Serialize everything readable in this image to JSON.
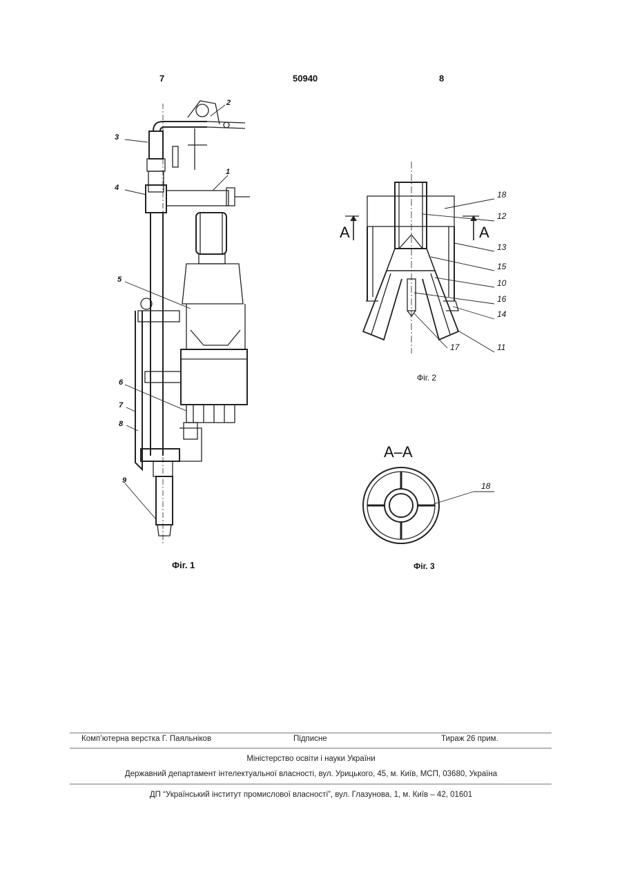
{
  "header": {
    "page_left": "7",
    "patent_number": "50940",
    "page_right": "8"
  },
  "figures": {
    "fig1": {
      "caption": "Фіг. 1",
      "labels": [
        "1",
        "2",
        "3",
        "4",
        "5",
        "6",
        "7",
        "8",
        "9"
      ]
    },
    "fig2": {
      "caption": "Фіг. 2",
      "section_mark": "A",
      "labels": [
        "18",
        "12",
        "13",
        "15",
        "10",
        "16",
        "14",
        "17",
        "11"
      ]
    },
    "fig3": {
      "caption": "Фіг. 3",
      "section_title": "A–A",
      "labels": [
        "18"
      ]
    }
  },
  "footer": {
    "layout": "Комп’ютерна верстка Г. Паяльніков",
    "signed": "Підписне",
    "circulation": "Тираж 26 прим.",
    "ministry": "Міністерство освіти і науки України",
    "department": "Державний департамент інтелектуальної власності, вул. Урицького, 45, м. Київ, МСП, 03680, Україна",
    "institute": "ДП “Український інститут промислової власності”, вул. Глазунова, 1, м. Київ – 42, 01601"
  }
}
